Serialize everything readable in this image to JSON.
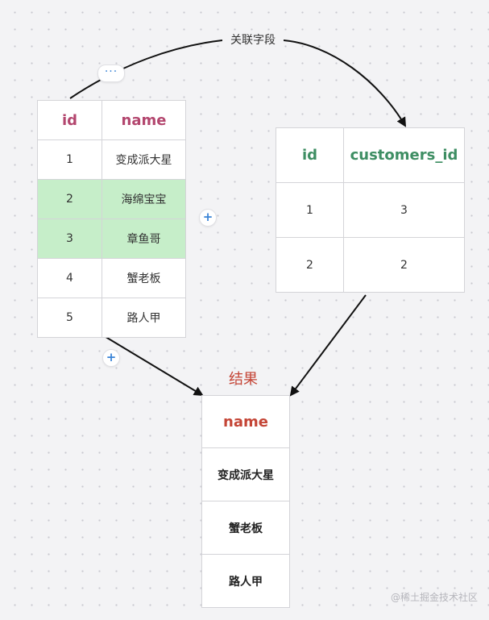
{
  "customers_table": {
    "headers": [
      "id",
      "name"
    ],
    "rows": [
      {
        "id": "1",
        "name": "变成派大星",
        "highlighted": false
      },
      {
        "id": "2",
        "name": "海绵宝宝",
        "highlighted": true
      },
      {
        "id": "3",
        "name": "章鱼哥",
        "highlighted": true
      },
      {
        "id": "4",
        "name": "蟹老板",
        "highlighted": false
      },
      {
        "id": "5",
        "name": "路人甲",
        "highlighted": false
      }
    ]
  },
  "orders_table": {
    "headers": [
      "id",
      "customers_id"
    ],
    "rows": [
      {
        "id": "1",
        "customers_id": "3"
      },
      {
        "id": "2",
        "customers_id": "2"
      }
    ]
  },
  "result_table": {
    "title": "结果",
    "header": "name",
    "rows": [
      "变成派大星",
      "蟹老板",
      "路人甲"
    ]
  },
  "labels": {
    "join_field": "关联字段",
    "more_button": "···",
    "add_button": "+"
  },
  "watermark": "@稀土掘金技术社区",
  "colors": {
    "customers_header": "#b3466e",
    "orders_header": "#3e8e63",
    "result_header": "#c44536",
    "highlight_row": "#c6eec9",
    "button_accent": "#3a84d6"
  }
}
